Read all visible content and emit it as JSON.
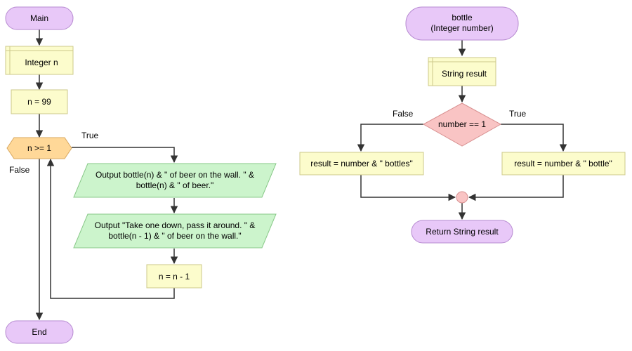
{
  "main": {
    "start": "Main",
    "declare": "Integer n",
    "assign": "n = 99",
    "condition": "n >= 1",
    "true_label": "True",
    "false_label": "False",
    "output1": [
      "Output bottle(n) & \" of beer on the wall. \" &",
      "bottle(n) & \" of beer.\""
    ],
    "output2": [
      "Output \"Take one down, pass it around. \" &",
      "bottle(n - 1) & \" of beer on the wall.\""
    ],
    "decrement": "n = n - 1",
    "end": "End"
  },
  "bottle": {
    "start": [
      "bottle",
      "(Integer number)"
    ],
    "declare": "String result",
    "condition": "number == 1",
    "true_label": "True",
    "false_label": "False",
    "false_assign": "result = number & \" bottles\"",
    "true_assign": "result = number & \" bottle\"",
    "end": "Return String result"
  },
  "colors": {
    "terminal_fill": "#e8c8f8",
    "terminal_stroke": "#b68ad0",
    "process_fill": "#fcfccc",
    "process_stroke": "#cdc98a",
    "decision_main_fill": "#ffd898",
    "decision_main_stroke": "#d8a860",
    "decision_bottle_fill": "#f9c4c4",
    "decision_bottle_stroke": "#d89090",
    "io_fill": "#ccf4cc",
    "io_stroke": "#88c888",
    "line": "#333333"
  }
}
